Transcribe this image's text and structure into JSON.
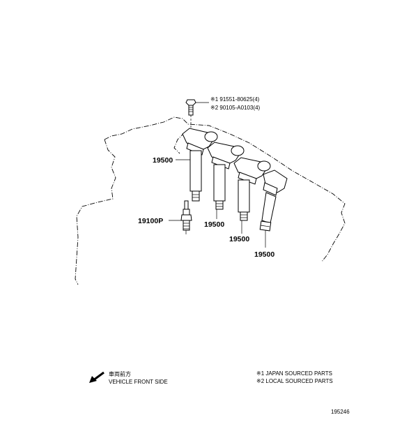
{
  "callouts": {
    "bolt_note_1": "※1 91551-80625(4)",
    "bolt_note_2": "※2 90105-A0103(4)",
    "coil_1": "19500",
    "coil_2": "19500",
    "coil_3": "19500",
    "coil_4": "19500",
    "spark_plug": "19100P"
  },
  "legend": {
    "direction_jp": "車両前方",
    "direction_en": "VEHICLE FRONT SIDE",
    "note_1": "※1 JAPAN SOURCED PARTS",
    "note_2": "※2 LOCAL SOURCED PARTS"
  },
  "drawing_number": "195246"
}
